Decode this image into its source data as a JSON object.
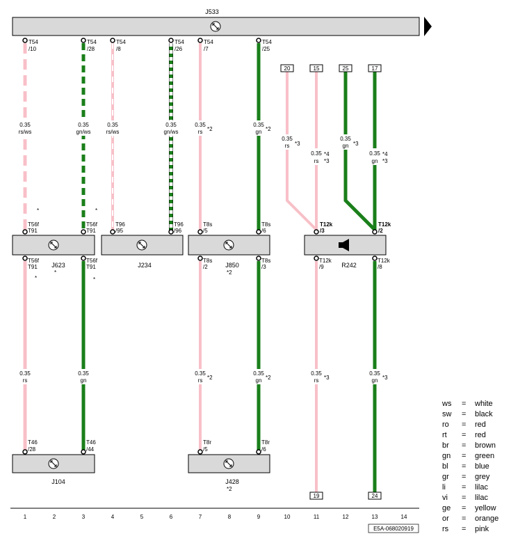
{
  "colors": {
    "pink": "#f8c0c8",
    "green": "#1a7f1a",
    "white": "#ffffff",
    "black": "#000000",
    "component_fill": "#d9d9d9"
  },
  "components": {
    "top_bar": {
      "name": "J533"
    },
    "j623": {
      "name": "J623"
    },
    "j234": {
      "name": "J234"
    },
    "j850": {
      "name": "J850",
      "note": "*2"
    },
    "r242": {
      "name": "R242"
    },
    "j104": {
      "name": "J104"
    },
    "j428": {
      "name": "J428",
      "note": "*2"
    }
  },
  "stray_marks": {
    "star": "*"
  },
  "wires": [
    {
      "id": "w1",
      "top_pin": [
        "T54",
        "/10"
      ],
      "spec": [
        "0.35",
        "rs/ws"
      ],
      "note": "",
      "bottom_pin": [
        "T56f",
        "T91"
      ]
    },
    {
      "id": "w3",
      "top_pin": [
        "T54",
        "/28"
      ],
      "spec": [
        "0.35",
        "gn/ws"
      ],
      "note": "",
      "bottom_pin": [
        "T56f",
        "T91"
      ]
    },
    {
      "id": "w4",
      "top_pin": [
        "T54",
        "/8"
      ],
      "spec": [
        "0.35",
        "rs/ws"
      ],
      "note": "",
      "bottom_pin": [
        "T96",
        "/95"
      ]
    },
    {
      "id": "w6",
      "top_pin": [
        "T54",
        "/26"
      ],
      "spec": [
        "0.35",
        "gn/ws"
      ],
      "note": "",
      "bottom_pin": [
        "T96",
        "/96"
      ]
    },
    {
      "id": "w7",
      "top_pin": [
        "T54",
        "/7"
      ],
      "spec": [
        "0.35",
        "rs"
      ],
      "note": "*2",
      "bottom_pin": [
        "T8s",
        "/5"
      ]
    },
    {
      "id": "w9",
      "top_pin": [
        "T54",
        "/25"
      ],
      "spec": [
        "0.35",
        "gn"
      ],
      "note": "*2",
      "bottom_pin": [
        "T8s",
        "/6"
      ]
    },
    {
      "id": "w10",
      "top_box": "20",
      "spec": [
        "0.35",
        "rs"
      ],
      "note": "*3"
    },
    {
      "id": "w11",
      "top_box": "15",
      "spec": [
        "0.35",
        "rs"
      ],
      "note": [
        "*4",
        "*3"
      ]
    },
    {
      "id": "w12",
      "top_box": "25",
      "spec": [
        "0.35",
        "gn"
      ],
      "note": "*3"
    },
    {
      "id": "w13",
      "top_box": "17",
      "spec": [
        "0.35",
        "gn"
      ],
      "note": [
        "*4",
        "*3"
      ]
    }
  ],
  "r242_pins": {
    "in_left": [
      "T12k",
      "/3"
    ],
    "in_right": [
      "T12k",
      "/2"
    ],
    "out_left": [
      "T12k",
      "/9"
    ],
    "out_right": [
      "T12k",
      "/8"
    ]
  },
  "lower_wires": [
    {
      "id": "l1",
      "top_pin": [
        "T56f",
        "T91"
      ],
      "spec": [
        "0.35",
        "rs"
      ],
      "note": "",
      "bottom_pin": [
        "T46",
        "/28"
      ]
    },
    {
      "id": "l3",
      "top_pin": [
        "T56f",
        "T91"
      ],
      "spec": [
        "0.35",
        "gn"
      ],
      "note": "",
      "bottom_pin": [
        "T46",
        "/44"
      ]
    },
    {
      "id": "l7",
      "top_pin": [
        "T8s",
        "/2"
      ],
      "spec": [
        "0.35",
        "rs"
      ],
      "note": "*2",
      "bottom_pin": [
        "T8r",
        "/5"
      ]
    },
    {
      "id": "l9",
      "top_pin": [
        "T8s",
        "/3"
      ],
      "spec": [
        "0.35",
        "gn"
      ],
      "note": "*2",
      "bottom_pin": [
        "T8r",
        "/6"
      ]
    },
    {
      "id": "l11",
      "spec": [
        "0.35",
        "rs"
      ],
      "note": "*3",
      "bottom_box": "19"
    },
    {
      "id": "l13",
      "spec": [
        "0.35",
        "gn"
      ],
      "note": "*3",
      "bottom_box": "24"
    }
  ],
  "ruler": [
    "1",
    "2",
    "3",
    "4",
    "5",
    "6",
    "7",
    "8",
    "9",
    "10",
    "11",
    "12",
    "13",
    "14"
  ],
  "doc_id": "E5A-068020919",
  "legend": [
    {
      "code": "ws",
      "eq": "=",
      "color": "white"
    },
    {
      "code": "sw",
      "eq": "=",
      "color": "black"
    },
    {
      "code": "ro",
      "eq": "=",
      "color": "red"
    },
    {
      "code": "rt",
      "eq": "=",
      "color": "red"
    },
    {
      "code": "br",
      "eq": "=",
      "color": "brown"
    },
    {
      "code": "gn",
      "eq": "=",
      "color": "green"
    },
    {
      "code": "bl",
      "eq": "=",
      "color": "blue"
    },
    {
      "code": "gr",
      "eq": "=",
      "color": "grey"
    },
    {
      "code": "li",
      "eq": "=",
      "color": "lilac"
    },
    {
      "code": "vi",
      "eq": "=",
      "color": "lilac"
    },
    {
      "code": "ge",
      "eq": "=",
      "color": "yellow"
    },
    {
      "code": "or",
      "eq": "=",
      "color": "orange"
    },
    {
      "code": "rs",
      "eq": "=",
      "color": "pink"
    }
  ]
}
